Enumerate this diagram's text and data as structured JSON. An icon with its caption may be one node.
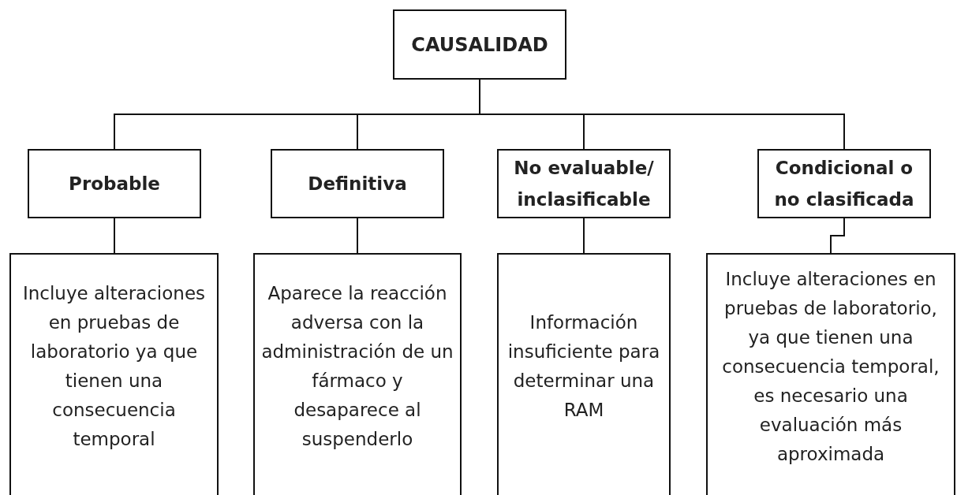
{
  "diagram": {
    "nodes": [
      {
        "text": [
          "CAUSALIDAD"
        ]
      },
      {
        "text": [
          "Probable"
        ]
      },
      {
        "text": [
          "Definitiva"
        ]
      },
      {
        "text": [
          "No evaluable/ inclasificable"
        ]
      },
      {
        "text": [
          "Condicional o no clasificada"
        ]
      },
      {
        "text": [
          "Incluye alteraciones en pruebas de laboratorio ya que tienen una consecuencia temporal"
        ]
      },
      {
        "text": [
          "Aparece la reacción adversa con la administración de un fármaco y desaparece al suspenderlo"
        ]
      },
      {
        "text": [
          "Información insuficiente para determinar una RAM"
        ]
      },
      {
        "text": [
          "Incluye alteraciones en pruebas de laboratorio, ya que tienen una consecuencia temporal, es necesario una evaluación más aproximada"
        ]
      }
    ],
    "edges": [
      {
        "from": 0,
        "to": 1,
        "arrow": "none"
      },
      {
        "from": 0,
        "to": 2,
        "arrow": "none"
      },
      {
        "from": 0,
        "to": 3,
        "arrow": "none"
      },
      {
        "from": 0,
        "to": 4,
        "arrow": "none"
      },
      {
        "from": 1,
        "to": 5,
        "arrow": "none"
      },
      {
        "from": 2,
        "to": 6,
        "arrow": "none"
      },
      {
        "from": 3,
        "to": 7,
        "arrow": "none"
      },
      {
        "from": 4,
        "to": 8,
        "arrow": "none"
      }
    ]
  }
}
